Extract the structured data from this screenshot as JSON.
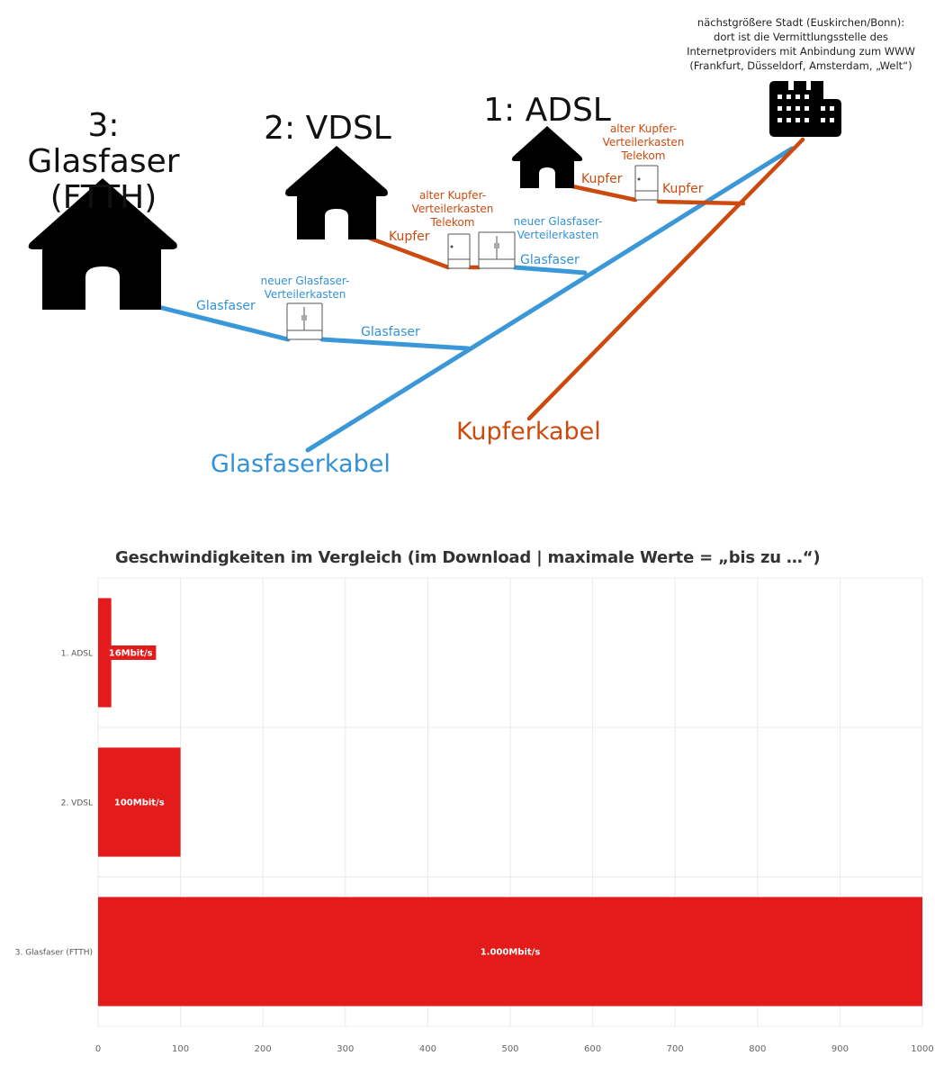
{
  "diagram": {
    "houses": {
      "adsl_label": "1: ADSL",
      "vdsl_label": "2: VDSL",
      "ftth_label_line1": "3: Glasfaser",
      "ftth_label_line2": "(FTTH)"
    },
    "isp": {
      "line1": "nächstgrößere Stadt (Euskirchen/Bonn):",
      "line2": "dort ist die Vermittlungsstelle des",
      "line3": "Internetproviders mit Anbindung zum WWW",
      "line4": "(Frankfurt, Düsseldorf, Amsterdam, „Welt“)"
    },
    "cabinets": {
      "adsl_old_line1": "alter Kupfer-",
      "adsl_old_line2": "Verteilerkasten",
      "adsl_old_line3": "Telekom",
      "vdsl_old_line1": "alter Kupfer-",
      "vdsl_old_line2": "Verteilerkasten",
      "vdsl_old_line3": "Telekom",
      "vdsl_new_line1": "neuer Glasfaser-",
      "vdsl_new_line2": "Verteilerkasten",
      "ftth_new_line1": "neuer Glasfaser-",
      "ftth_new_line2": "Verteilerkasten"
    },
    "cable_labels": {
      "adsl_copper_1": "Kupfer",
      "adsl_copper_2": "Kupfer",
      "vdsl_copper": "Kupfer",
      "vdsl_glass": "Glasfaser",
      "ftth_glass_1": "Glasfaser",
      "ftth_glass_2": "Glasfaser"
    },
    "legend": {
      "copper": "Kupferkabel",
      "glass": "Glasfaserkabel"
    },
    "colors": {
      "copper": "#cc4a0e",
      "glass": "#3a97d8",
      "icon": "#000000"
    }
  },
  "chart_data": {
    "type": "bar",
    "orientation": "horizontal",
    "title": "Geschwindigkeiten im Vergleich (im Download | maximale Werte = „bis zu …“)",
    "categories": [
      "1. ADSL",
      "2. VDSL",
      "3. Glasfaser (FTTH)"
    ],
    "values": [
      16,
      100,
      1000
    ],
    "data_labels": [
      "16Mbit/s",
      "100Mbit/s",
      "1.000Mbit/s"
    ],
    "xlim": [
      0,
      1000
    ],
    "xticks": [
      0,
      100,
      200,
      300,
      400,
      500,
      600,
      700,
      800,
      900,
      1000
    ],
    "grid": true,
    "bar_color": "#e31b1b"
  }
}
